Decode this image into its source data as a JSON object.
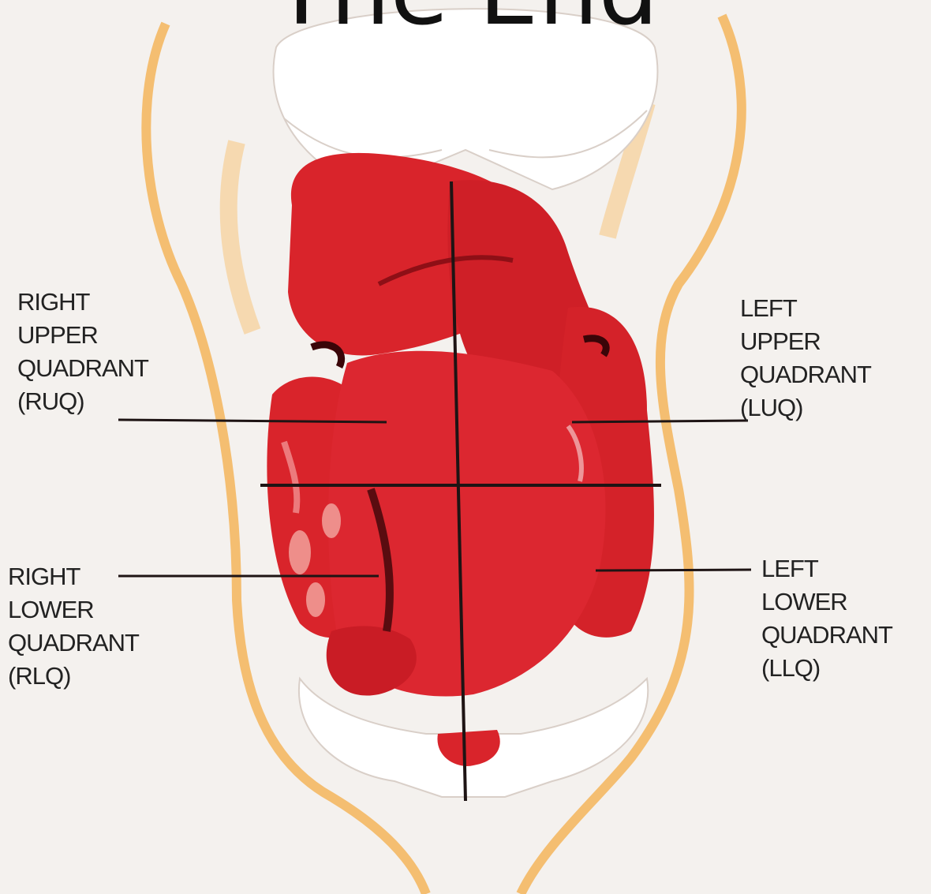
{
  "slide": {
    "title": "The End"
  },
  "labels": {
    "ruq": {
      "line1": "RIGHT",
      "line2": "UPPER",
      "line3": "QUADRANT",
      "line4": "(RUQ)"
    },
    "luq": {
      "line1": "LEFT",
      "line2": "UPPER",
      "line3": "QUADRANT",
      "line4": "(LUQ)"
    },
    "rlq": {
      "line1": "RIGHT",
      "line2": "LOWER",
      "line3": "QUADRANT",
      "line4": "(RLQ)"
    },
    "llq": {
      "line1": "LEFT",
      "line2": "LOWER",
      "line3": "QUADRANT",
      "line4": "(LLQ)"
    }
  },
  "colors": {
    "organ_red": "#d9242b",
    "organ_dark": "#a8121a",
    "skin_orange": "#f3b55a",
    "bone": "#ffffff",
    "background": "#f4f1ee",
    "line": "#1e1414"
  }
}
